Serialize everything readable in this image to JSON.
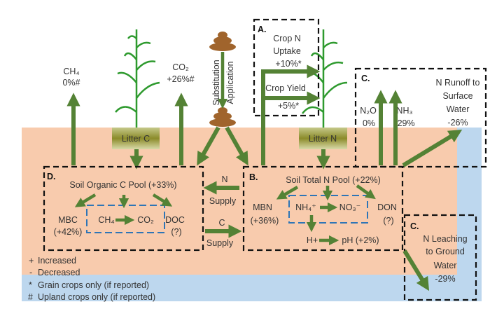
{
  "colors": {
    "arrow": "#548235",
    "soil": "#f8cbad",
    "water": "#bdd7ee",
    "manure": "#a0642c"
  },
  "gases_c": {
    "ch4": {
      "label": "CH₄",
      "value": "0%#"
    },
    "co2": {
      "label": "CO₂",
      "value": "+26%#"
    }
  },
  "manure": {
    "substitution": "Substitution",
    "application": "Application"
  },
  "litter": {
    "c": "Litter C",
    "n": "Litter N"
  },
  "box_a": {
    "tag": "A.",
    "uptake": [
      "Crop N",
      "Uptake",
      "+10%*"
    ],
    "yield": [
      "Crop Yield",
      "+5%*"
    ]
  },
  "box_c_top": {
    "tag": "C.",
    "n2o": {
      "label": "N₂O",
      "value": "0%"
    },
    "nh3": {
      "label": "NH₃",
      "value": "-29%"
    },
    "runoff": [
      "N Runoff to",
      "Surface",
      "Water",
      "-26%"
    ]
  },
  "box_c_bottom": {
    "tag": "C.",
    "leaching": [
      "N Leaching",
      "to Ground",
      "Water",
      "-29%"
    ]
  },
  "box_d": {
    "tag": "D.",
    "title": "Soil Organic C Pool (+33%)",
    "mbc": [
      "MBC",
      "(+42%)"
    ],
    "ch4": "CH₄",
    "co2": "CO₂",
    "doc": [
      "DOC",
      "(?)"
    ]
  },
  "box_b": {
    "tag": "B.",
    "title": "Soil Total N Pool (+22%)",
    "mbn": [
      "MBN",
      "(+36%)"
    ],
    "nh4": "NH₄⁺",
    "no3": "NO₃⁻",
    "don": [
      "DON",
      "(?)"
    ],
    "h": "H+",
    "ph": "pH (+2%)"
  },
  "exchange": {
    "n": "N",
    "n_supply": "Supply",
    "c": "C",
    "c_supply": "Supply"
  },
  "legend": [
    {
      "symbol": "+",
      "text": "Increased"
    },
    {
      "symbol": "-",
      "text": "Decreased"
    },
    {
      "symbol": "*",
      "text": "Grain crops only (if reported)"
    },
    {
      "symbol": "#",
      "text": "Upland crops only (if reported)"
    }
  ]
}
